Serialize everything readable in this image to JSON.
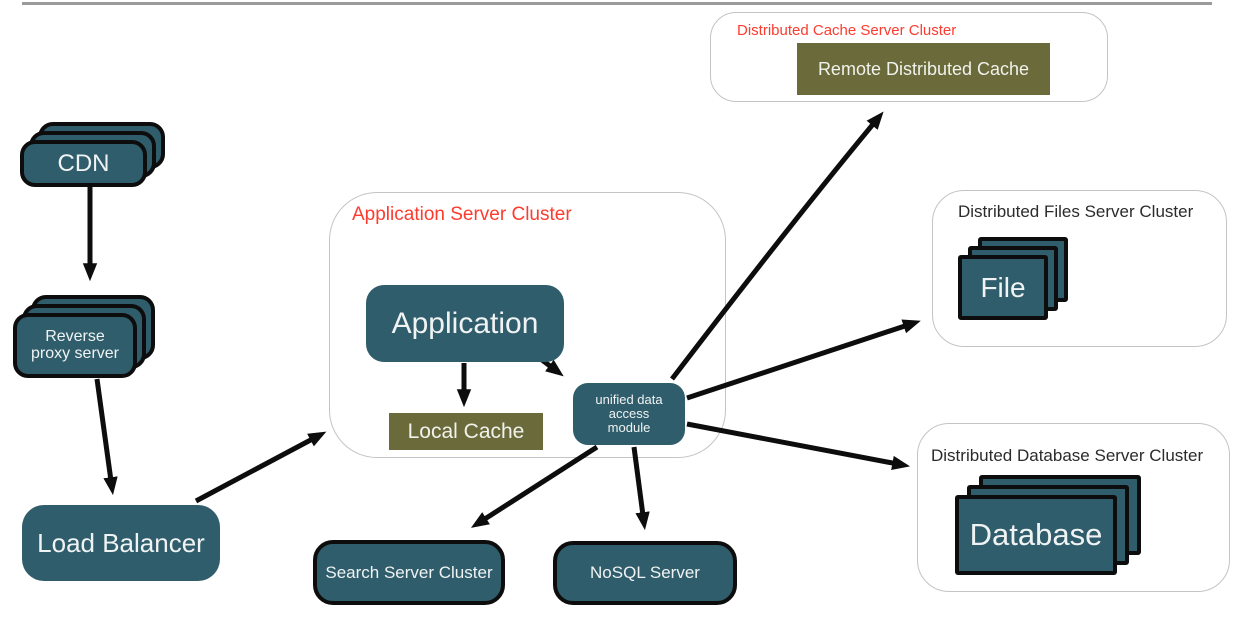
{
  "colors": {
    "node_teal": "#305d6b",
    "box_olive": "#6b6a3b",
    "cluster_label_red": "#fd3b2f",
    "cluster_label_dark": "#2b2b2b",
    "arrow_black": "#0d0d0d",
    "container_border_gray": "#c4c4c4",
    "top_rule_gray": "#9b9b9b"
  },
  "clusters": {
    "app": {
      "label": "Application Server Cluster"
    },
    "cache": {
      "label": "Distributed Cache Server Cluster"
    },
    "files": {
      "label": "Distributed Files Server Cluster"
    },
    "db": {
      "label": "Distributed Database Server Cluster"
    }
  },
  "nodes": {
    "cdn": {
      "label": "CDN"
    },
    "reverse_proxy": {
      "lines": [
        "Reverse",
        "proxy server"
      ]
    },
    "load_balancer": {
      "label": "Load Balancer"
    },
    "application": {
      "label": "Application"
    },
    "local_cache": {
      "label": "Local Cache"
    },
    "unified_module": {
      "lines": [
        "unified data",
        "access",
        "module"
      ]
    },
    "remote_cache": {
      "label": "Remote Distributed Cache"
    },
    "file": {
      "label": "File"
    },
    "database": {
      "label": "Database"
    },
    "search": {
      "label": "Search Server Cluster"
    },
    "nosql": {
      "label": "NoSQL Server"
    }
  },
  "edges": [
    {
      "from": "CDN",
      "to": "Reverse proxy server"
    },
    {
      "from": "Reverse proxy server",
      "to": "Load Balancer"
    },
    {
      "from": "Load Balancer",
      "to": "Application Server Cluster"
    },
    {
      "from": "Application",
      "to": "Local Cache"
    },
    {
      "from": "Application",
      "to": "unified data access module"
    },
    {
      "from": "unified data access module",
      "to": "Remote Distributed Cache"
    },
    {
      "from": "unified data access module",
      "to": "File"
    },
    {
      "from": "unified data access module",
      "to": "Database"
    },
    {
      "from": "unified data access module",
      "to": "NoSQL Server"
    },
    {
      "from": "unified data access module",
      "to": "Search Server Cluster"
    }
  ]
}
